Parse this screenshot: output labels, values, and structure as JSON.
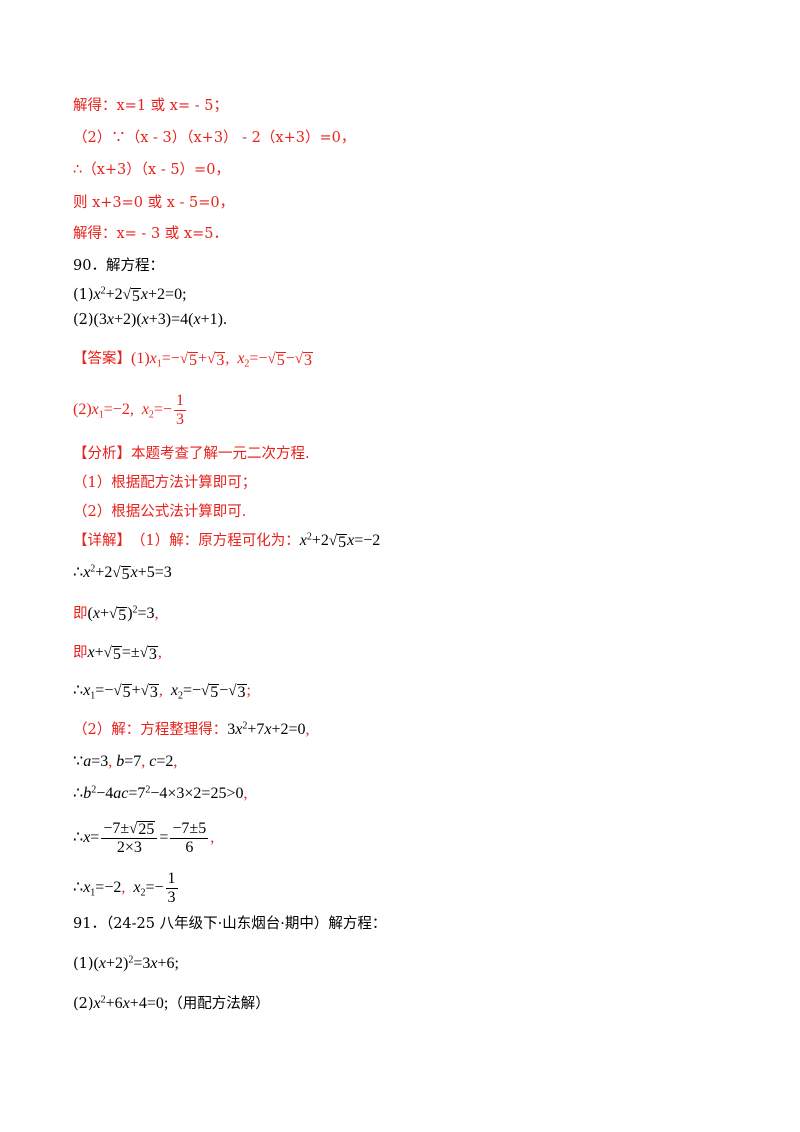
{
  "lines": {
    "l1": "解得：x=1 或 x= - 5；",
    "l2": "（2）∵（x - 3）（x+3） - 2（x+3）=0，",
    "l3": "∴（x+3）（x - 5）=0，",
    "l4": "则 x+3=0 或 x - 5=0，",
    "l5": "解得：x= - 3 或 x=5．",
    "q90_title": "90．解方程：",
    "q90_p1_prefix": "(1)",
    "q90_p2_prefix": "(2)",
    "ans_tag": "【答案】",
    "ans_p1_prefix": "(1)",
    "ans_p2_prefix": "(2)",
    "analysis_tag": "【分析】",
    "analysis_text": "本题考查了解一元二次方程.",
    "analysis_1": "（1）根据配方法计算即可；",
    "analysis_2": "（2）根据公式法计算即可.",
    "detail_tag": "【详解】",
    "detail_text": "（1）解：原方程可化为：",
    "ji1": "即",
    "ji2": "即",
    "detail2_text": "（2）解：方程整理得：",
    "q91_title": "91．（24-25 八年级下·山东烟台·期中）解方程：",
    "q91_p1_prefix": "(1)",
    "q91_p2_prefix": "(2)",
    "q91_p2_note": "（用配方法解）"
  },
  "colors": {
    "accent": "#e8211c",
    "text": "#000000"
  }
}
